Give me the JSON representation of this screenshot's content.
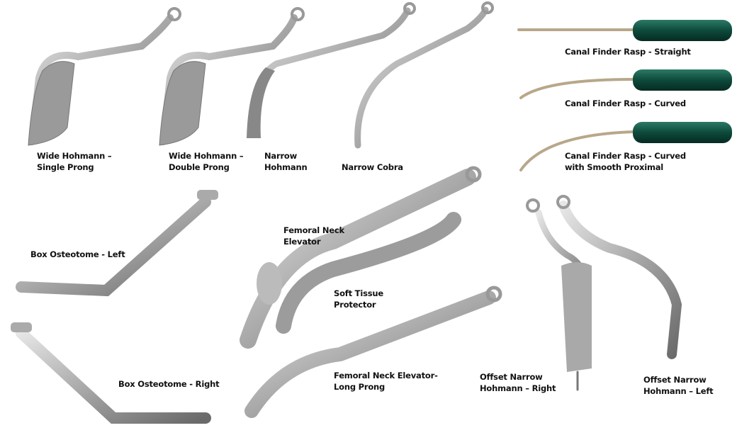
{
  "colors": {
    "steel_light": "#d8d8d8",
    "steel_mid": "#a9a9a9",
    "steel_dark": "#6e6e6e",
    "handle": "#0e4a3c",
    "label": "#111111"
  },
  "labels": {
    "wide_hohmann_single": [
      "Wide Hohmann –",
      "Single Prong"
    ],
    "wide_hohmann_double": [
      "Wide Hohmann –",
      "Double Prong"
    ],
    "narrow_hohmann": [
      "Narrow",
      "Hohmann"
    ],
    "narrow_cobra": [
      "Narrow Cobra"
    ],
    "rasp_straight": [
      "Canal Finder Rasp - Straight"
    ],
    "rasp_curved": [
      "Canal Finder Rasp - Curved"
    ],
    "rasp_curved_smooth": [
      "Canal Finder Rasp - Curved",
      "with Smooth Proximal"
    ],
    "box_osteotome_left": [
      "Box Osteotome - Left"
    ],
    "femoral_neck_elevator": [
      "Femoral Neck",
      "Elevator"
    ],
    "soft_tissue_protector": [
      "Soft Tissue",
      "Protector"
    ],
    "box_osteotome_right": [
      "Box Osteotome - Right"
    ],
    "femoral_neck_elevator_long": [
      "Femoral Neck Elevator-",
      "Long Prong"
    ],
    "offset_narrow_right": [
      "Offset Narrow",
      "Hohmann – Right"
    ],
    "offset_narrow_left": [
      "Offset Narrow",
      "Hohmann – Left"
    ]
  }
}
